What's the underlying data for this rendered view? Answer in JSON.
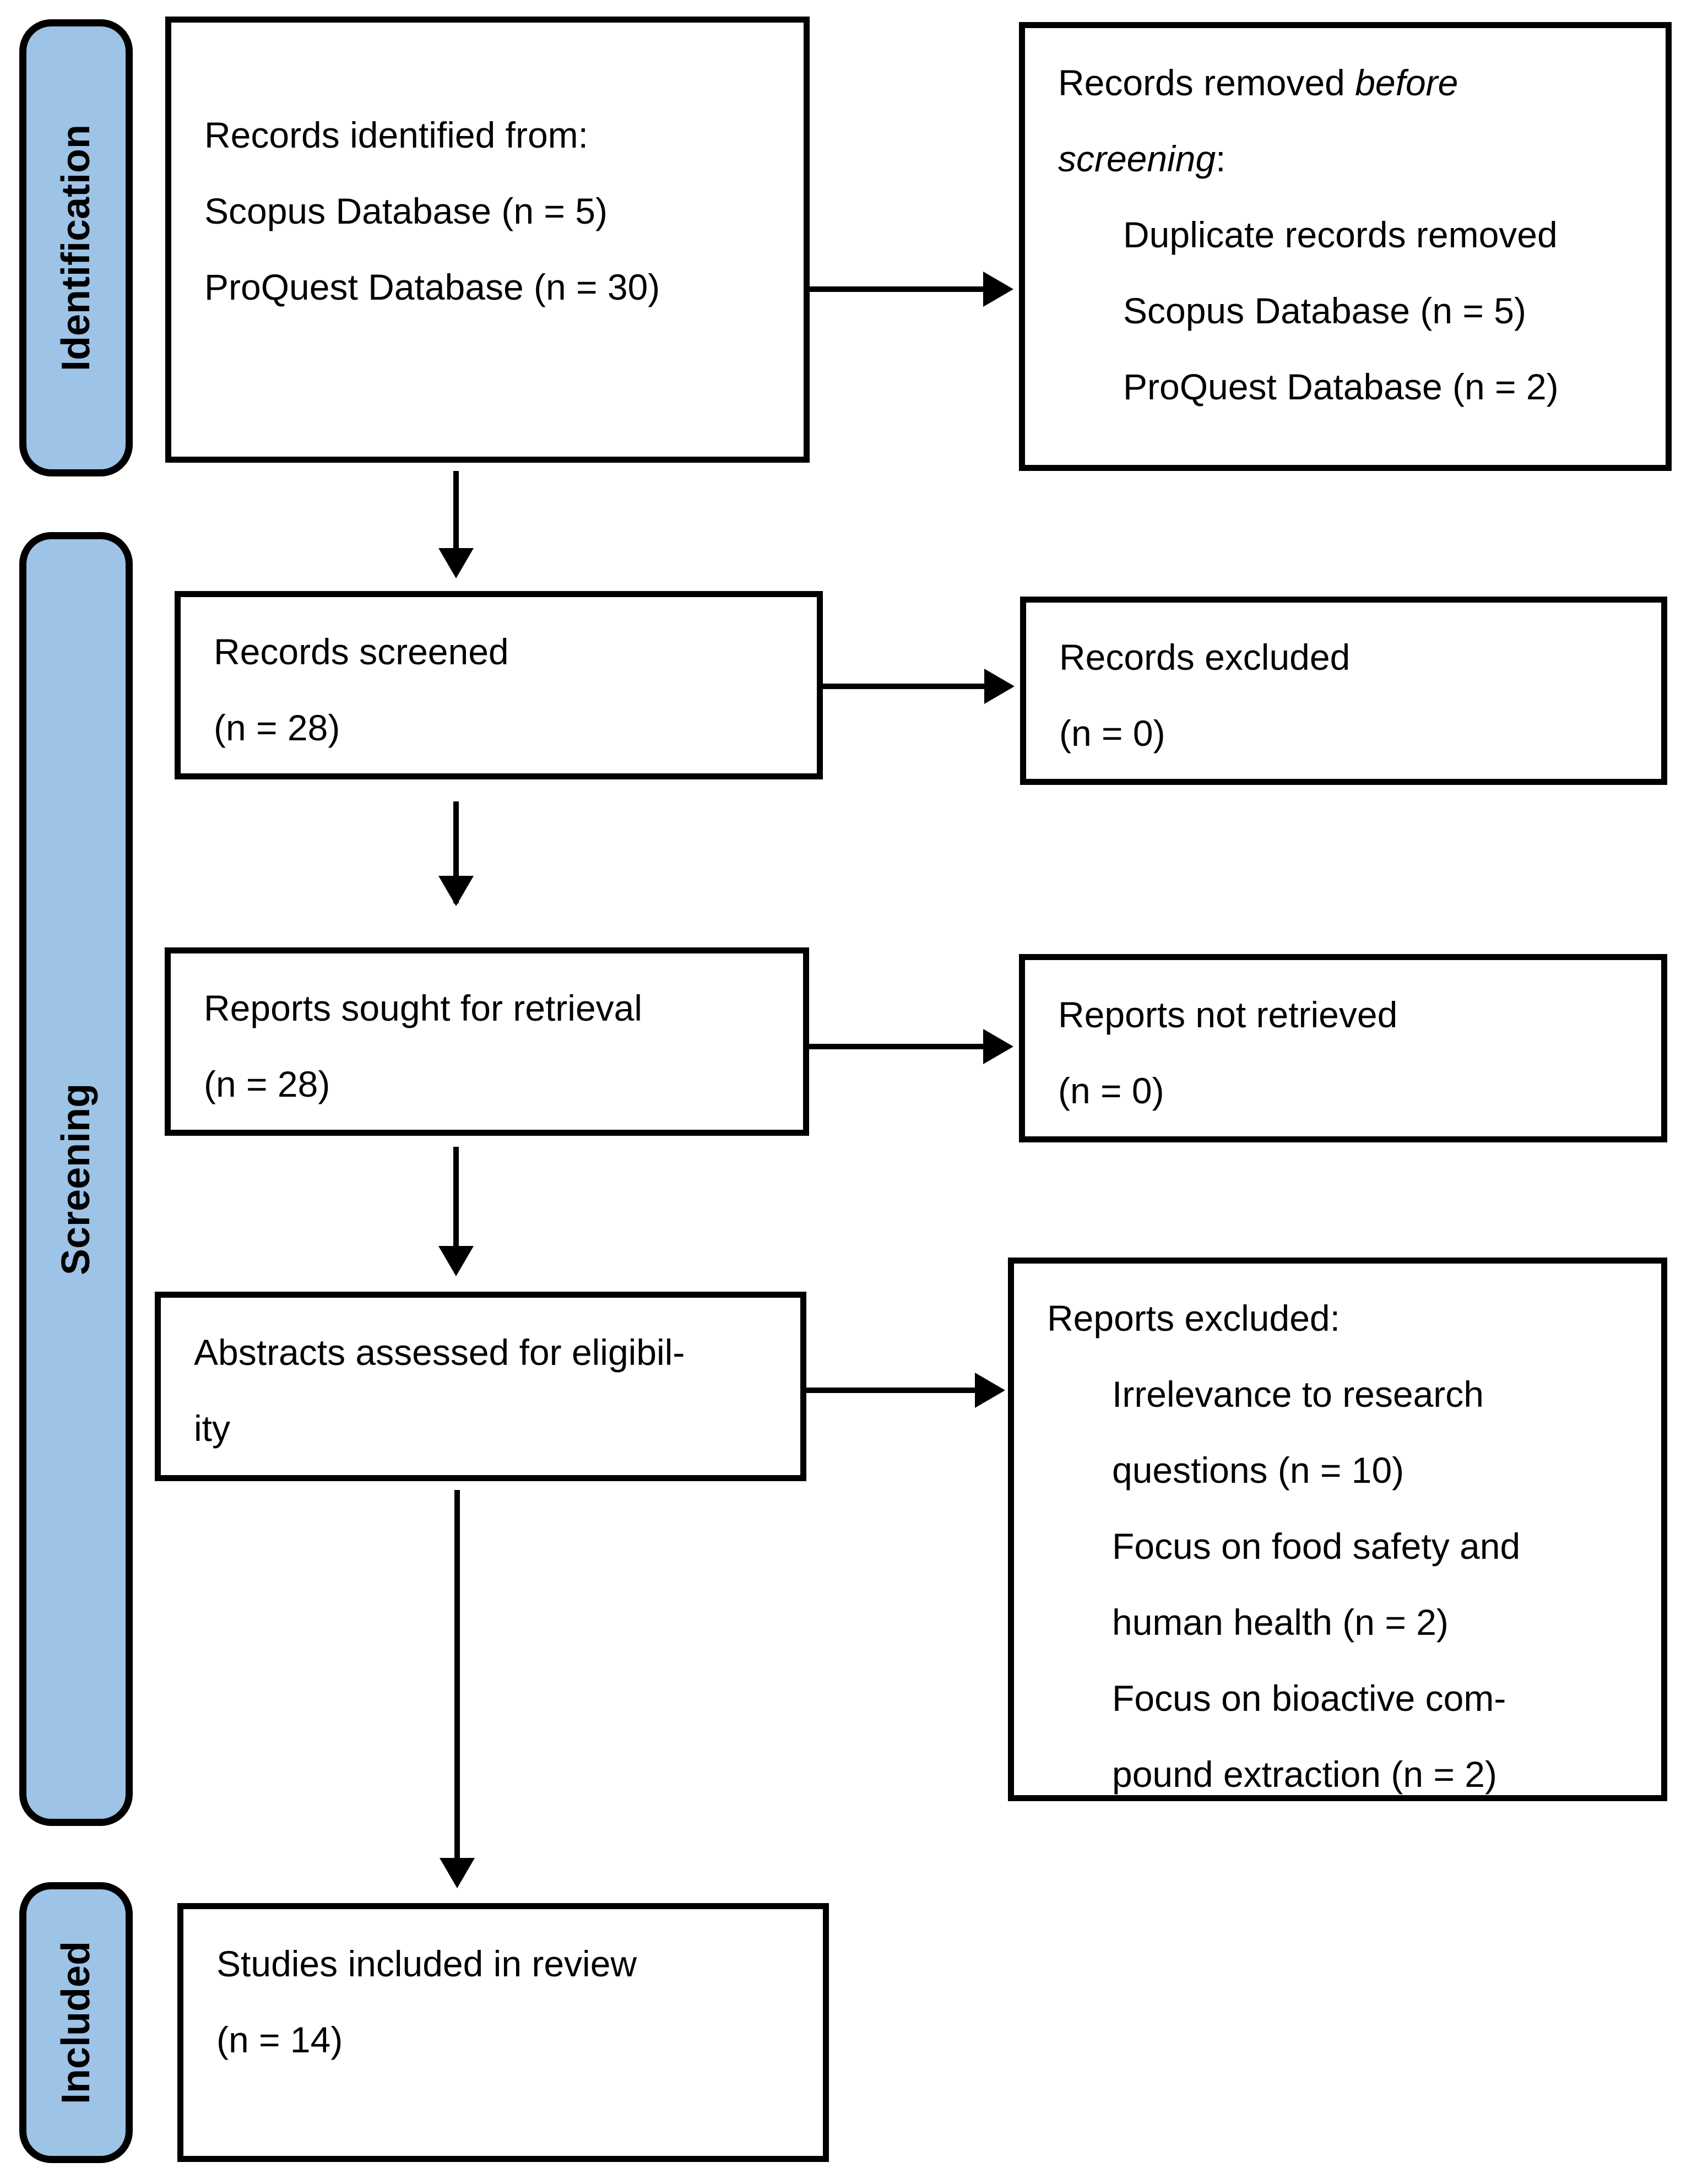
{
  "colors": {
    "stage_fill": "#9DC3E6",
    "border": "#000000",
    "background": "#FFFFFF",
    "text": "#000000"
  },
  "stages": [
    {
      "label": "Identification"
    },
    {
      "label": "Screening"
    },
    {
      "label": "Included"
    }
  ],
  "boxes": {
    "identified": {
      "lines": [
        "Records identified from:",
        "Scopus Database (n = 5)",
        "ProQuest Database (n = 30)"
      ]
    },
    "removed": {
      "intro_regular": "Records removed ",
      "intro_italic": "before",
      "intro_italic_2": "screening",
      "intro_colon": ":",
      "items": [
        "Duplicate records removed",
        "Scopus Database (n = 5)",
        "ProQuest Database (n = 2)"
      ]
    },
    "screened": {
      "lines": [
        "Records screened",
        "(n = 28)"
      ]
    },
    "records_excluded": {
      "lines": [
        "Records excluded",
        "(n = 0)"
      ]
    },
    "sought": {
      "lines": [
        "Reports sought for retrieval",
        "(n = 28)"
      ]
    },
    "not_retrieved": {
      "lines": [
        "Reports not retrieved",
        "(n = 0)"
      ]
    },
    "assessed": {
      "lines": [
        "Abstracts assessed for eligibil-",
        "ity"
      ]
    },
    "reports_excluded": {
      "title": "Reports excluded:",
      "items": [
        "Irrelevance to research",
        "questions (n = 10)",
        "Focus on food safety and",
        "human health (n = 2)",
        "Focus on bioactive com-",
        "pound extraction (n = 2)"
      ]
    },
    "included_studies": {
      "lines": [
        "Studies included in review",
        "(n = 14)"
      ]
    }
  }
}
